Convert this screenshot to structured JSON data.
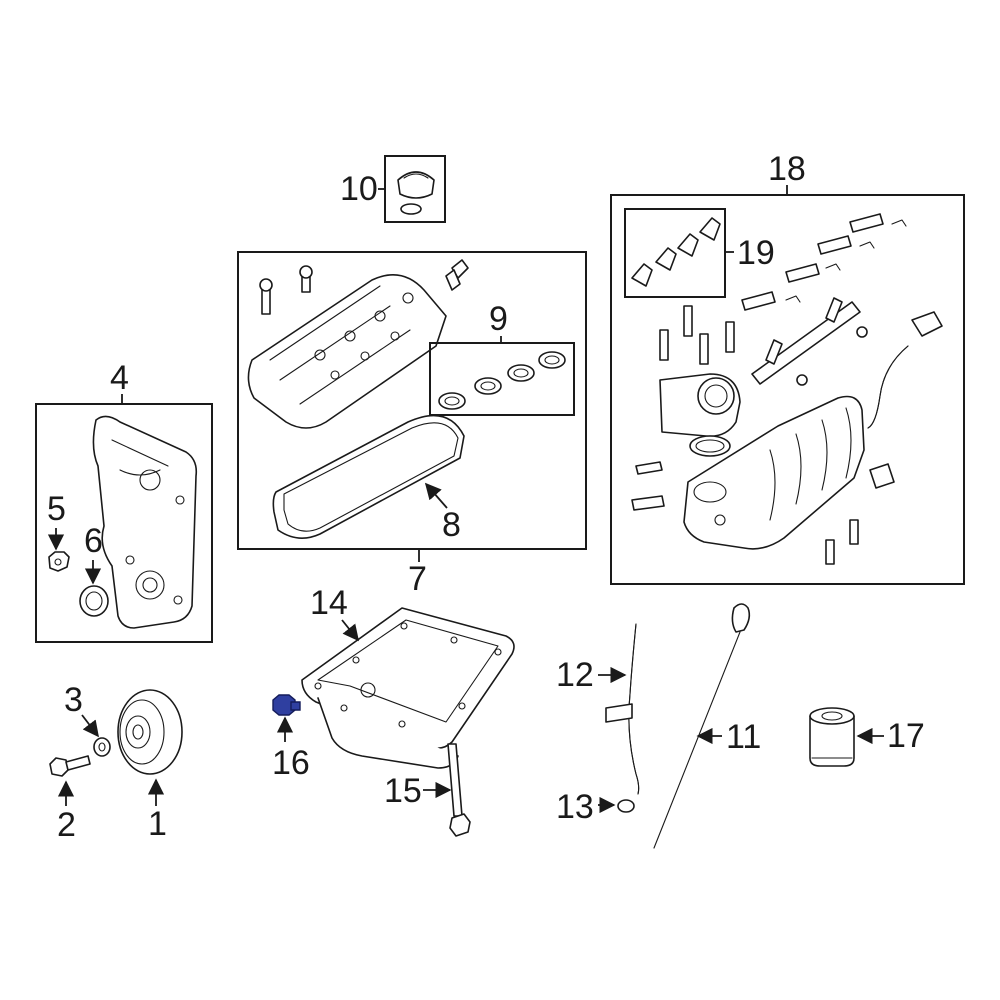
{
  "callouts": {
    "c1": "1",
    "c2": "2",
    "c3": "3",
    "c4": "4",
    "c5": "5",
    "c6": "6",
    "c7": "7",
    "c8": "8",
    "c9": "9",
    "c10": "10",
    "c11": "11",
    "c12": "12",
    "c13": "13",
    "c14": "14",
    "c15": "15",
    "c16": "16",
    "c17": "17",
    "c18": "18",
    "c19": "19"
  },
  "colors": {
    "line": "#1a1a1a",
    "highlight_part": "#2f3fa0",
    "background": "#ffffff"
  },
  "highlighted_part": "16"
}
